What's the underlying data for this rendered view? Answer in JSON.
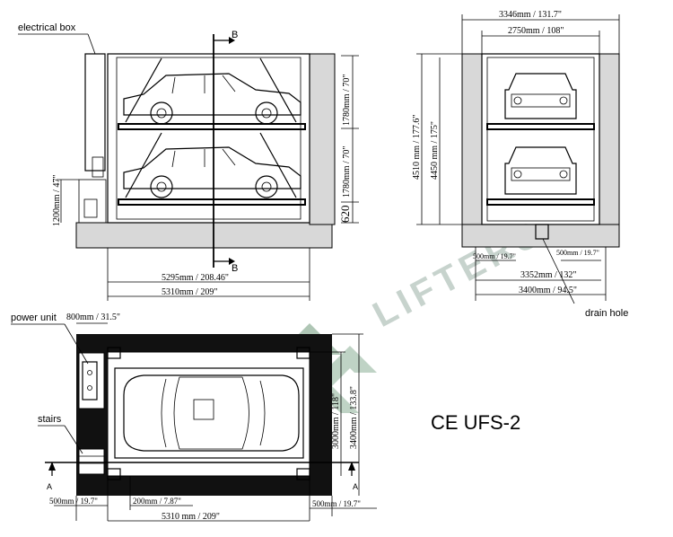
{
  "title": "CE UFS-2",
  "watermark": "LIFTERS",
  "labels": {
    "electrical_box": "electrical box",
    "power_unit": "power unit",
    "stairs": "stairs",
    "drain_hole": "drain hole",
    "section_b": "B",
    "section_a": "A"
  },
  "side_view": {
    "height_upper": "1780mm / 70\"",
    "height_lower": "1780mm / 70\"",
    "pit_step": "620",
    "box_height": "1200mm / 47\"",
    "length_inner": "5295mm / 208.46\"",
    "length_outer": "5310mm / 209\""
  },
  "front_view": {
    "width_top_outer": "3346mm / 131.7\"",
    "width_top_inner": "2750mm / 108\"",
    "height_outer": "4510 mm / 177.6\"",
    "height_inner": "4450 mm / 175\"",
    "drain_left": "500mm / 19.7\"",
    "drain_right": "500mm / 19.7\"",
    "width_bottom_inner": "3352mm / 132\"",
    "width_bottom_outer": "3400mm / 94.5\""
  },
  "plan_view": {
    "power_unit_width": "800mm / 31.5\"",
    "width_inner": "3000mm / 118\"",
    "width_outer": "3400mm / 133.8\"",
    "margin_left": "500mm / 19.7\"",
    "gap": "200mm / 7.87\"",
    "margin_right": "500mm / 19.7\"",
    "length": "5310 mm / 209\""
  }
}
